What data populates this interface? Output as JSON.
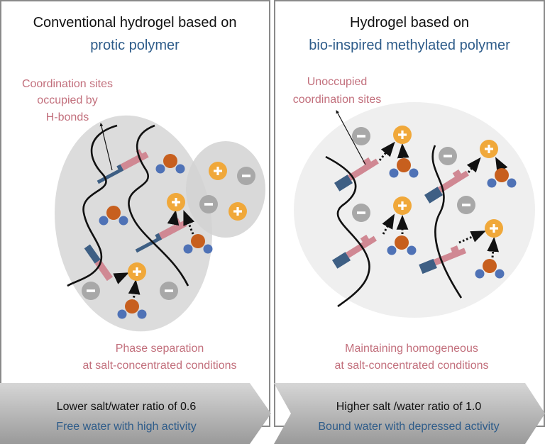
{
  "colors": {
    "cation": "#f0a83a",
    "anion": "#a8a8a8",
    "oxygen": "#c75f1e",
    "hydrogen": "#4f72b6",
    "ligand_pink": "#d08893",
    "ligand_blue": "#3e5f84",
    "title_blue": "#2e5c8a",
    "note_pink": "#c26f7c"
  },
  "left": {
    "title": "Conventional hydrogel based on",
    "subtitle": "protic polymer",
    "annotation": [
      "Coordination sites",
      "occupied by",
      "H-bonds"
    ],
    "caption": [
      "Phase separation",
      "at salt-concentrated conditions"
    ],
    "banner": {
      "line1": "Lower salt/water ratio of 0.6",
      "line2": "Free water with high activity"
    }
  },
  "right": {
    "title": "Hydrogel based on",
    "subtitle": "bio-inspired methylated polymer",
    "annotation": [
      "Unoccupied",
      "coordination sites"
    ],
    "caption": [
      "Maintaining homogeneous",
      "at salt-concentrated conditions"
    ],
    "banner": {
      "line1": "Higher salt /water ratio of 1.0",
      "line2": "Bound water with depressed activity"
    }
  },
  "icons": {
    "cation": "plus-cation-icon",
    "anion": "minus-anion-icon",
    "water": "water-molecule-icon"
  }
}
